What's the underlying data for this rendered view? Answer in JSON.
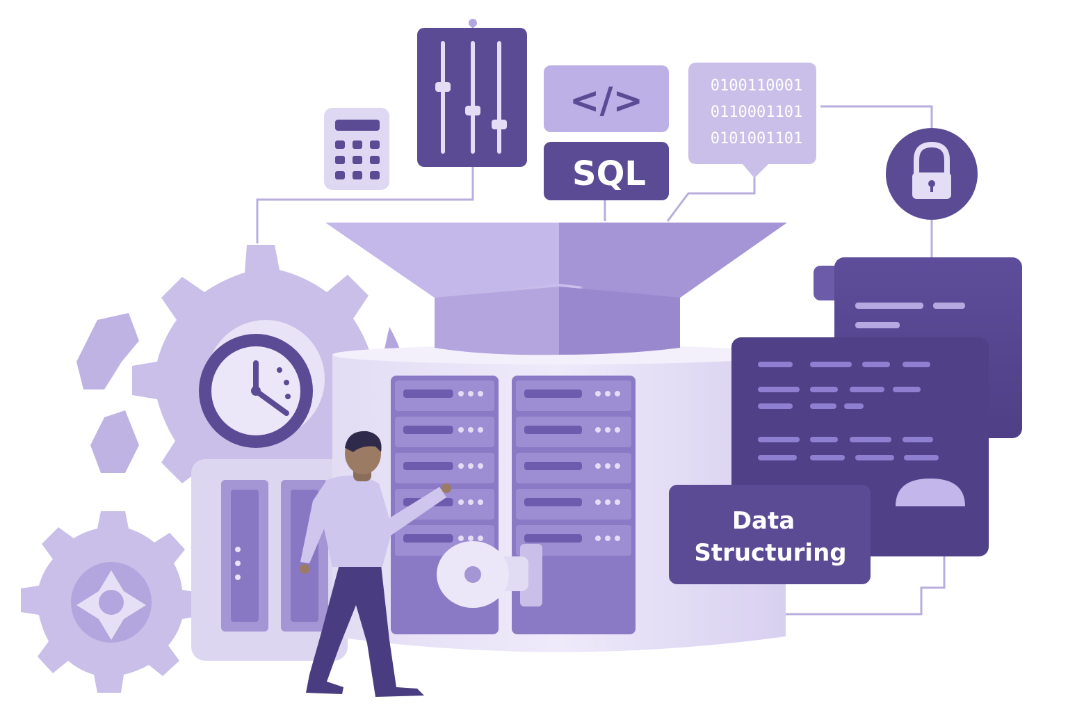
{
  "labels": {
    "sql": "SQL",
    "code_tag": "</>",
    "binary_lines": [
      "0100110001",
      "0110001101",
      "0101001101"
    ],
    "data_structuring_line1": "Data",
    "data_structuring_line2": "Structuring"
  },
  "icons": {
    "calculator": "calculator-icon",
    "sliders": "sliders-icon",
    "code": "code-icon",
    "lock": "lock-icon",
    "clock": "clock-icon",
    "gear_large": "gear-icon",
    "gear_small": "gear-icon",
    "funnel": "funnel-icon",
    "server": "server-rack-icon",
    "documents": "document-icon",
    "person": "person-figure"
  },
  "colors": {
    "dark_purple": "#5b4a94",
    "mid_purple": "#8b7cc4",
    "light_purple": "#c9bfe8",
    "pale_purple": "#ece7f8",
    "line": "#b8addc"
  }
}
